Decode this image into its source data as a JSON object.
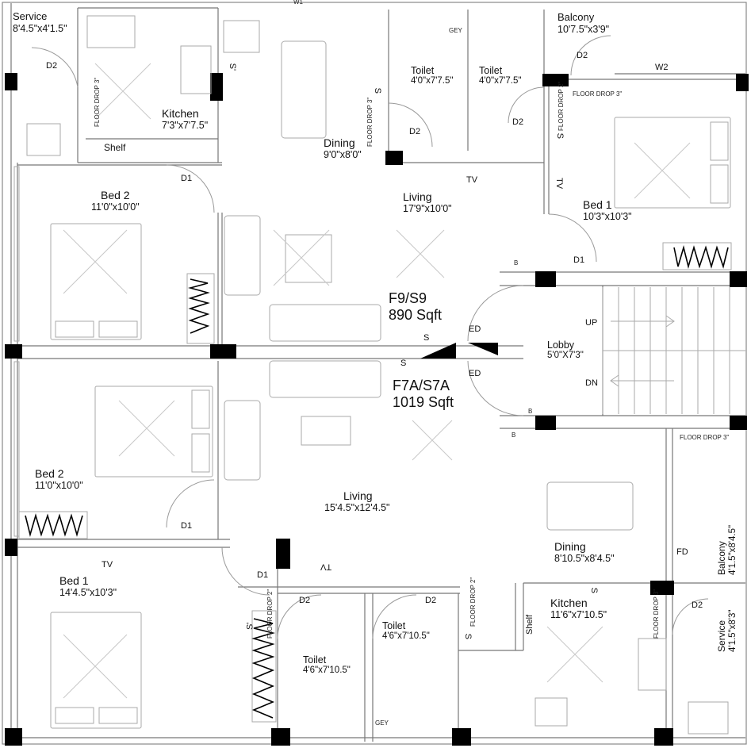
{
  "upper_unit": {
    "code": "F9/S9",
    "area": "890 Sqft",
    "rooms": {
      "service": {
        "name": "Service",
        "dims": "8'4.5\"x4'1.5\""
      },
      "kitchen": {
        "name": "Kitchen",
        "dims": "7'3\"x7'7.5\""
      },
      "shelf": {
        "name": "Shelf"
      },
      "dining": {
        "name": "Dining",
        "dims": "9'0\"x8'0\""
      },
      "toilet_a": {
        "name": "Toilet",
        "dims": "4'0\"x7'7.5\""
      },
      "toilet_b": {
        "name": "Toilet",
        "dims": "4'0\"x7'7.5\""
      },
      "balcony": {
        "name": "Balcony",
        "dims": "10'7.5\"x3'9\""
      },
      "bed2": {
        "name": "Bed 2",
        "dims": "11'0\"x10'0\""
      },
      "living": {
        "name": "Living",
        "dims": "17'9\"x10'0\""
      },
      "bed1": {
        "name": "Bed 1",
        "dims": "10'3\"x10'3\""
      }
    }
  },
  "lower_unit": {
    "code": "F7A/S7A",
    "area": "1019 Sqft",
    "rooms": {
      "bed2": {
        "name": "Bed 2",
        "dims": "11'0\"x10'0\""
      },
      "living": {
        "name": "Living",
        "dims": "15'4.5\"x12'4.5\""
      },
      "dining": {
        "name": "Dining",
        "dims": "8'10.5\"x8'4.5\""
      },
      "bed1": {
        "name": "Bed 1",
        "dims": "14'4.5\"x10'3\""
      },
      "toilet_a": {
        "name": "Toilet",
        "dims": "4'6\"x7'10.5\""
      },
      "toilet_b": {
        "name": "Toilet",
        "dims": "4'6\"x7'10.5\""
      },
      "kitchen": {
        "name": "Kitchen",
        "dims": "11'6\"x7'10.5\""
      },
      "balcony": {
        "name": "Balcony",
        "dims": "4'1.5\"x8'4.5\""
      },
      "service": {
        "name": "Service",
        "dims": "4'1.5\"x8'3\""
      },
      "shelf": {
        "name": "Shelf"
      }
    }
  },
  "lobby": {
    "name": "Lobby",
    "dims": "5'0\"X7'3\"",
    "up": "UP",
    "dn": "DN"
  },
  "tags": {
    "d1": "D1",
    "d2": "D2",
    "tv": "TV",
    "gey": "GEY",
    "ed": "ED",
    "b": "B",
    "fd": "FD",
    "w1": "W1",
    "w2": "W2",
    "floor_drop_3": "FLOOR DROP 3\"",
    "floor_drop_2": "FLOOR DROP 2\"",
    "s": "S",
    "s_prime": "S'"
  },
  "colors": {
    "wall": "#7a7a7a",
    "column": "#000000",
    "furniture": "#9a9a9a",
    "text": "#111111"
  }
}
